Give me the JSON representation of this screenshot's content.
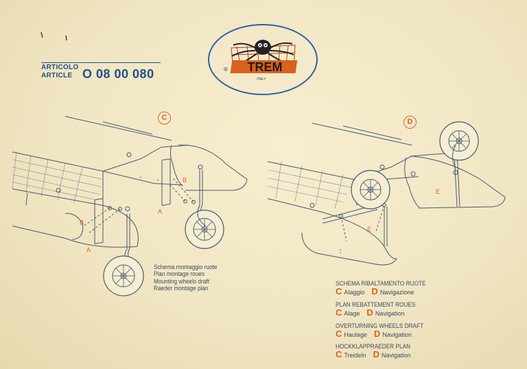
{
  "article": {
    "label_it": "ARTICOLO",
    "label_fr": "ARTICLE",
    "code": "O 08 00 080"
  },
  "logo": {
    "brand": "TREM",
    "country": "ITALY",
    "registered": "®"
  },
  "diagram_c": {
    "marker": "C",
    "labels": {
      "a1": "A",
      "a2": "A",
      "b1": "B",
      "b2": "B"
    },
    "caption": [
      "Schema montaggio ruote",
      "Plan montage roues",
      "Mounting wheels draft",
      "Raeder montage plan"
    ]
  },
  "diagram_d": {
    "marker": "D",
    "labels": {
      "e1": "E",
      "e2": "E"
    },
    "legend": [
      {
        "heading": "SCHEMA RIBALTAMENTO RUOTE",
        "c_letter": "C",
        "c_text": "Alaggio",
        "d_letter": "D",
        "d_text": "Navigazione"
      },
      {
        "heading": "PLAN REBATTEMENT ROUES",
        "c_letter": "C",
        "c_text": "Alage",
        "d_letter": "D",
        "d_text": "Navigation"
      },
      {
        "heading": "OVERTURNING WHEELS DRAFT",
        "c_letter": "C",
        "c_text": "Haulage",
        "d_letter": "D",
        "d_text": "Navigation"
      },
      {
        "heading": "HOCKKLAPPRAEDER PLAN",
        "c_letter": "C",
        "c_text": "Treideln",
        "d_letter": "D",
        "d_text": "Navigation"
      }
    ]
  },
  "colors": {
    "ink": "#3b4a66",
    "accent": "#d9621e",
    "blue": "#1f4f8a",
    "paper": "#f1e6c3"
  }
}
